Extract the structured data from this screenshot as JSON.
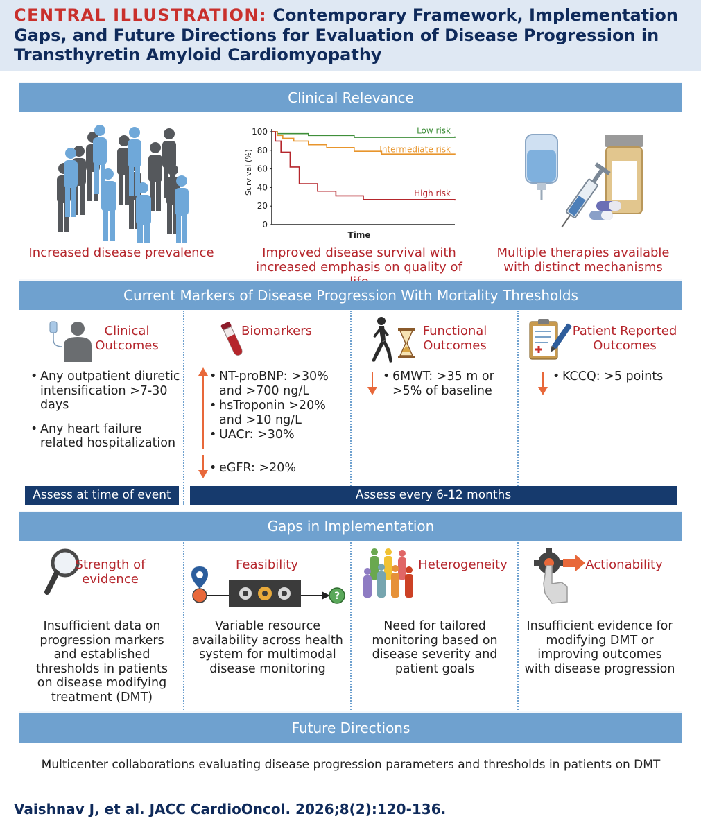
{
  "header": {
    "kicker": "CENTRAL ILLUSTRATION:",
    "title": "Contemporary Framework, Implementation Gaps, and Future Directions for Evaluation of Disease Progression in Transthyretin Amyloid Cardiomyopathy"
  },
  "clinical_relevance": {
    "heading": "Clinical Relevance",
    "items": [
      {
        "label": "Increased disease prevalence",
        "icon": "crowd-people-icon"
      },
      {
        "label": "Improved disease survival with increased emphasis on quality of life",
        "icon": "survival-chart"
      },
      {
        "label": "Multiple therapies available with distinct mechanisms",
        "icon": "therapies-icon"
      }
    ]
  },
  "chart_data": {
    "type": "line",
    "ylabel": "Survival (%)",
    "xlabel": "Time",
    "yticks": [
      "0",
      "20",
      "40",
      "60",
      "80",
      "100"
    ],
    "ylim": [
      0,
      100
    ],
    "series": [
      {
        "name": "Low risk",
        "color": "#3f8f3a",
        "x": [
          0,
          0.03,
          0.1,
          0.2,
          0.3,
          0.45,
          0.6,
          1.0
        ],
        "y": [
          100,
          98,
          98,
          96,
          96,
          94,
          94,
          95
        ]
      },
      {
        "name": "Intermediate risk",
        "color": "#e8952c",
        "x": [
          0,
          0.03,
          0.06,
          0.12,
          0.2,
          0.3,
          0.45,
          0.6,
          1.0
        ],
        "y": [
          100,
          96,
          93,
          90,
          86,
          83,
          79,
          76,
          75
        ]
      },
      {
        "name": "High risk",
        "color": "#b5262c",
        "x": [
          0,
          0.02,
          0.05,
          0.1,
          0.15,
          0.25,
          0.35,
          0.5,
          1.0
        ],
        "y": [
          100,
          90,
          78,
          62,
          44,
          36,
          31,
          27,
          26
        ]
      }
    ]
  },
  "markers": {
    "heading": "Current Markers of Disease Progression With Mortality Thresholds",
    "columns": [
      {
        "title": "Clinical Outcomes",
        "icon": "patient-iv-icon",
        "bullets": [
          "Any outpatient diuretic intensification >7-30 days",
          "Any heart failure related hospitalization"
        ]
      },
      {
        "title": "Biomarkers",
        "icon": "blood-tube-icon",
        "bullets_up": [
          "NT-proBNP: >30% and >700 ng/L",
          "hsTroponin >20% and >10 ng/L",
          "UACr: >30%"
        ],
        "bullets_down": [
          "eGFR: >20%"
        ]
      },
      {
        "title": "Functional Outcomes",
        "icon": "walker-hourglass-icon",
        "bullets_down": [
          "6MWT: >35 m or >5% of baseline"
        ]
      },
      {
        "title": "Patient Reported Outcomes",
        "icon": "clipboard-icon",
        "bullets_down": [
          "KCCQ: >5 points"
        ]
      }
    ],
    "assess_event": "Assess at time of event",
    "assess_periodic": "Assess every 6-12 months"
  },
  "gaps": {
    "heading": "Gaps in Implementation",
    "columns": [
      {
        "title": "Strength of evidence",
        "icon": "magnifier-icon",
        "text": "Insufficient data on progression markers and established thresholds in patients on disease modifying treatment (DMT)"
      },
      {
        "title": "Feasibility",
        "icon": "gears-pipeline-icon",
        "text": "Variable resource availability across health system for multimodal disease monitoring"
      },
      {
        "title": "Heterogeneity",
        "icon": "diverse-people-icon",
        "text": "Need for tailored monitoring based on disease severity and patient goals"
      },
      {
        "title": "Actionability",
        "icon": "hand-gear-icon",
        "text": "Insufficient evidence for modifying DMT or improving outcomes with disease progression"
      }
    ]
  },
  "future": {
    "heading": "Future Directions",
    "text": "Multicenter collaborations evaluating disease progression parameters and thresholds in patients on DMT"
  },
  "citation": "Vaishnav J, et al. JACC CardioOncol. 2026;8(2):120-136."
}
